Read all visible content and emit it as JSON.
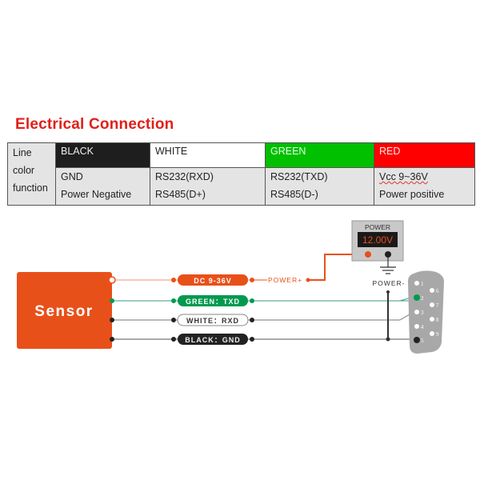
{
  "title": "Electrical Connection",
  "table": {
    "row_label": [
      "Line",
      "color",
      "function"
    ],
    "columns": [
      {
        "color_name": "BLACK",
        "functions": [
          "GND",
          "Power Negative"
        ],
        "color": "#1e1e1e"
      },
      {
        "color_name": "WHITE",
        "functions": [
          "RS232(RXD)",
          "RS485(D+)"
        ],
        "color": "#ffffff"
      },
      {
        "color_name": "GREEN",
        "functions": [
          "RS232(TXD)",
          "RS485(D-)"
        ],
        "color": "#00c000"
      },
      {
        "color_name": "RED",
        "functions": [
          "Vcc 9~36V",
          "Power positive"
        ],
        "color": "#ff0000"
      }
    ]
  },
  "diagram": {
    "sensor_label": "Sensor",
    "sensor_color": "#e8501a",
    "wires": [
      {
        "label": "DC 9-36V",
        "color": "#e8501a"
      },
      {
        "label": "GREEN：TXD",
        "color": "#009a4e"
      },
      {
        "label": "WHITE：RXD",
        "color": "#ffffff"
      },
      {
        "label": "BLACK：GND",
        "color": "#222222"
      }
    ],
    "power_plus_label": "POWER+",
    "power_minus_label": "POWER-",
    "power_supply": {
      "title": "POWER",
      "reading": "12.00V"
    },
    "connector_pins": [
      "1",
      "2",
      "3",
      "4",
      "5",
      "6",
      "7",
      "8",
      "9"
    ]
  }
}
